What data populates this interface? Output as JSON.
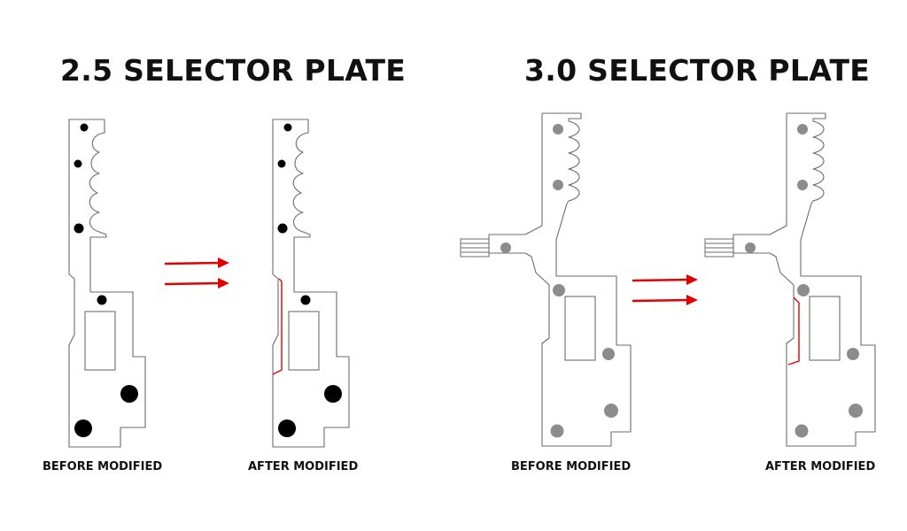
{
  "titles": {
    "v25": "2.5 SELECTOR PLATE",
    "v30": "3.0 SELECTOR PLATE"
  },
  "captions": {
    "v25_before": "BEFORE MODIFIED",
    "v25_after": "AFTER MODIFIED",
    "v30_before": "BEFORE MODIFIED",
    "v30_after": "AFTER MODIFIED"
  },
  "colors": {
    "modification": "#e00000",
    "outline": "#6b6b6b",
    "hole_v25": "#000000",
    "hole_v30": "#8c8c8c"
  }
}
